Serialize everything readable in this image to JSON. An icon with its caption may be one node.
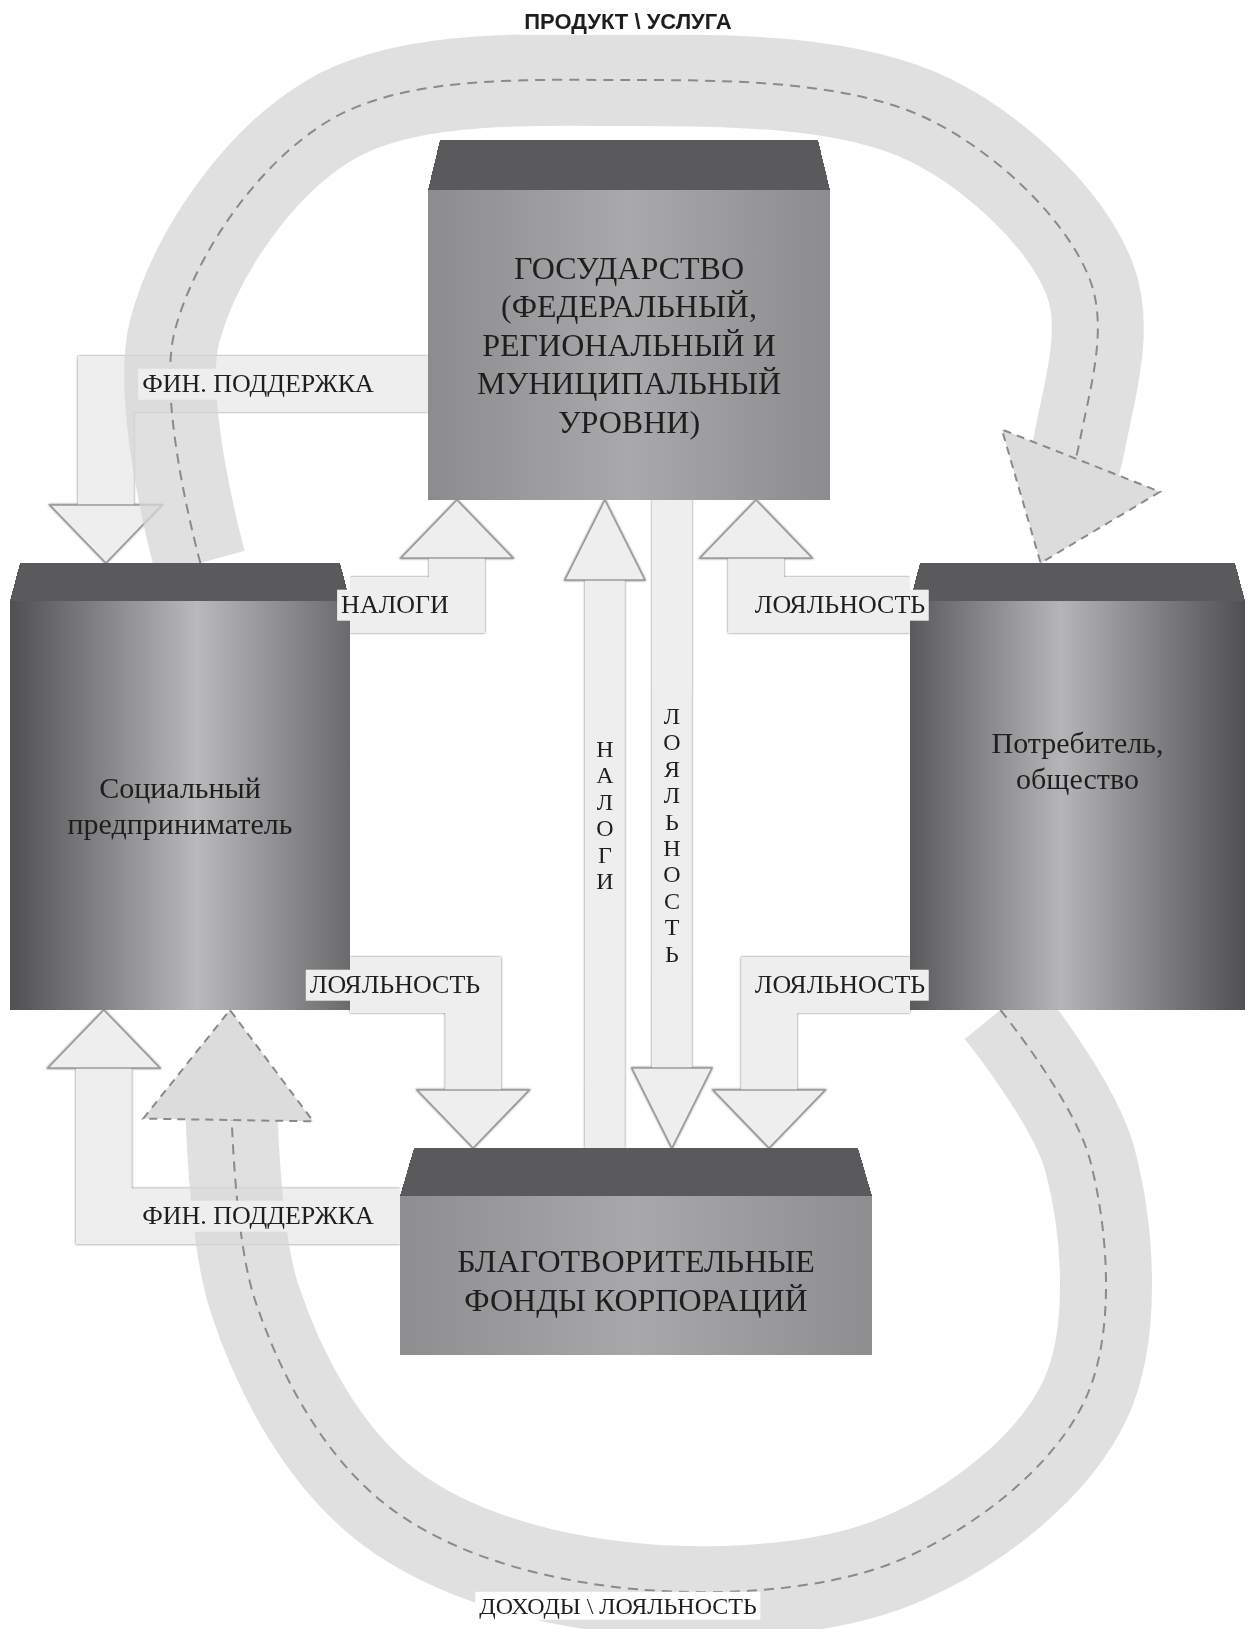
{
  "diagram": {
    "nodes": [
      {
        "text": [
          "ГОСУДАРСТВО (ФЕДЕРАЛЬНЫЙ, РЕГИОНАЛЬНЫЙ И МУНИЦИПАЛЬНЫЙ УРОВНИ)"
        ]
      },
      {
        "text": [
          "Социальный предприниматель"
        ]
      },
      {
        "text": [
          "Потребитель, общество"
        ]
      },
      {
        "text": [
          "БЛАГОТВОРИТЕЛЬНЫЕ ФОНДЫ КОРПОРАЦИЙ"
        ]
      }
    ],
    "edges": [
      {
        "from": 0,
        "to": 1,
        "arrow": "to",
        "label": "ФИН. ПОДДЕРЖКА"
      },
      {
        "from": 1,
        "to": 0,
        "arrow": "to",
        "label": "НАЛОГИ"
      },
      {
        "from": 2,
        "to": 0,
        "arrow": "to",
        "label": "ЛОЯЛЬНОСТЬ"
      },
      {
        "from": 3,
        "to": 0,
        "arrow": "to",
        "label": "НАЛОГИ"
      },
      {
        "from": 0,
        "to": 3,
        "arrow": "to",
        "label": "ЛОЯЛЬНОСТЬ"
      },
      {
        "from": 1,
        "to": 3,
        "arrow": "to",
        "label": "ЛОЯЛЬНОСТЬ"
      },
      {
        "from": 2,
        "to": 3,
        "arrow": "to",
        "label": "ЛОЯЛЬНОСТЬ"
      },
      {
        "from": 3,
        "to": 1,
        "arrow": "to",
        "label": "ФИН. ПОДДЕРЖКА"
      },
      {
        "from": 1,
        "to": 2,
        "arrow": "to",
        "label": "ПРОДУКТ \\ УСЛУГА",
        "style": "dashed",
        "color": "#8a8a8a"
      },
      {
        "from": 2,
        "to": 1,
        "arrow": "to",
        "label": "ДОХОДЫ \\ ЛОЯЛЬНОСТЬ",
        "style": "dashed",
        "color": "#8a8a8a"
      }
    ]
  }
}
